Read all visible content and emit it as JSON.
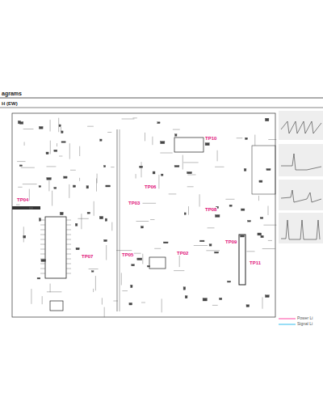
{
  "diagram": {
    "title": "agrams",
    "labels": [
      "H (EW)",
      "TP10",
      "TP04",
      "TP06",
      "TP08",
      "TP07",
      "TP03",
      "TP05",
      "TP09",
      "TP02",
      "TP11"
    ],
    "legend": [
      {
        "text": "Power Li"
      },
      {
        "text": "Signal Li"
      }
    ]
  }
}
